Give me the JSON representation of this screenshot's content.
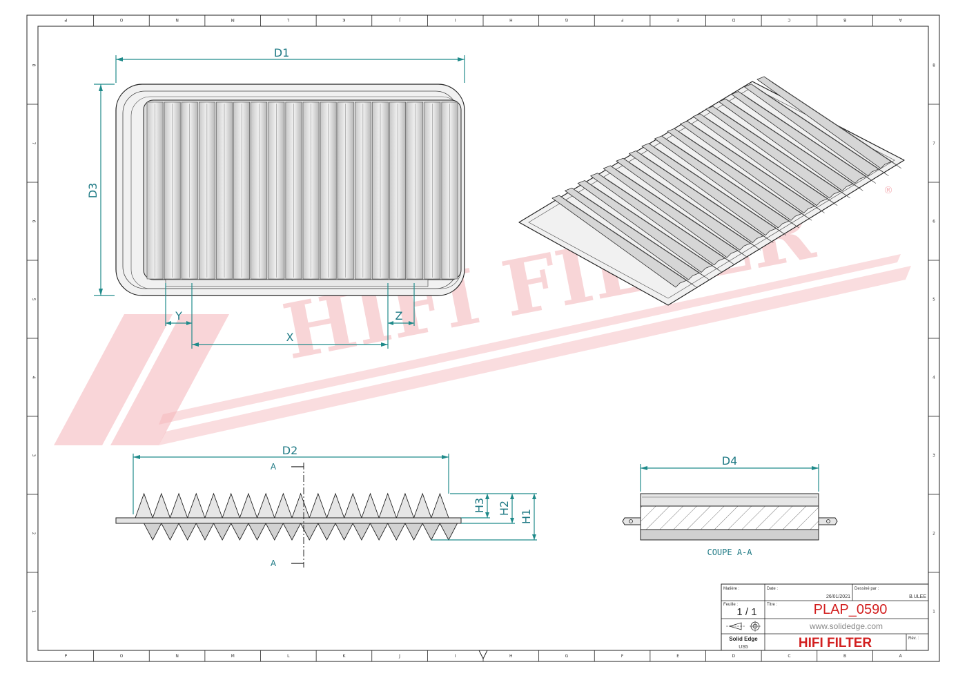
{
  "dimensions": {
    "d1": "D1",
    "d2": "D2",
    "d3": "D3",
    "d4": "D4",
    "h1": "H1",
    "h2": "H2",
    "h3": "H3",
    "x": "X",
    "y": "Y",
    "z": "Z"
  },
  "section": {
    "marker": "A",
    "caption": "COUPE A-A"
  },
  "watermark": {
    "text": "HIFI FILTER",
    "registered": "®",
    "color": "#f4b3b8"
  },
  "zones": {
    "top_letters": [
      "P",
      "O",
      "N",
      "M",
      "L",
      "K",
      "J",
      "I",
      "H",
      "G",
      "F",
      "E",
      "D",
      "C",
      "B",
      "A"
    ],
    "bottom_letters": [
      "P",
      "O",
      "N",
      "M",
      "L",
      "K",
      "J",
      "I",
      "H",
      "G",
      "F",
      "E",
      "D",
      "C",
      "B",
      "A"
    ],
    "side_numbers": [
      "8",
      "7",
      "6",
      "5",
      "4",
      "3",
      "2",
      "1"
    ]
  },
  "title_block": {
    "matiere_label": "Matière :",
    "date_label": "Date :",
    "date_value": "26/01/2021",
    "dessine_label": "Dessiné par :",
    "dessine_value": "B.ULEE",
    "feuille_label": "Feuille :",
    "feuille_value": "1 / 1",
    "titre_label": "Titre :",
    "titre_value": "PLAP_0590",
    "website": "www.solidedge.com",
    "software": "Solid Edge",
    "software_sub": "US5",
    "company": "HIFI FILTER",
    "rev_label": "Rév. :"
  },
  "colors": {
    "dimension": "#1f8a8a",
    "brand_red": "#d21f1f",
    "part_fill": "#e6e6e6",
    "part_shade": "#bfbfbf"
  }
}
